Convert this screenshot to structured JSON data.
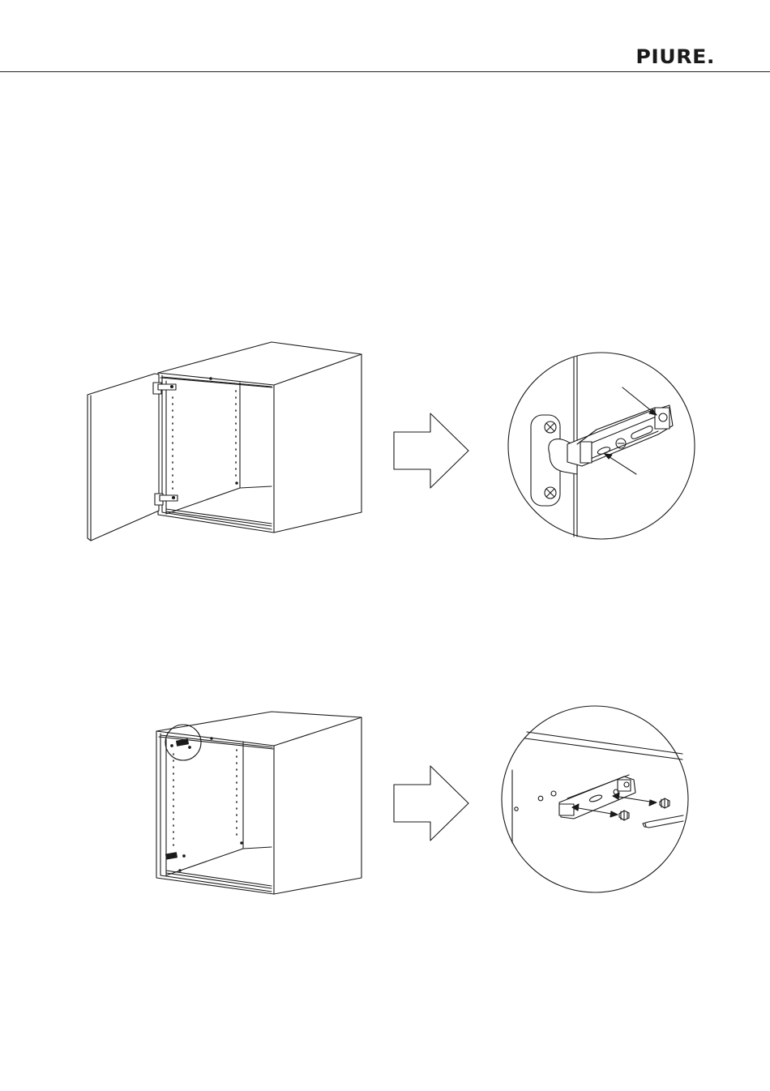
{
  "header": {
    "brand": "PIURE."
  },
  "steps": [
    {
      "figure": "cabinet-with-open-door-and-two-hinges",
      "detail": "hinge-close-up-with-adjustment-screw-callouts"
    },
    {
      "figure": "cabinet-without-door-hinge-plates-mounted",
      "detail": "hinge-plate-close-up-screw-removal"
    }
  ],
  "icons": [
    "arrow-right-icon",
    "arrow-right-icon"
  ],
  "colors": {
    "ink": "#1a1a1a",
    "paper": "#ffffff"
  }
}
